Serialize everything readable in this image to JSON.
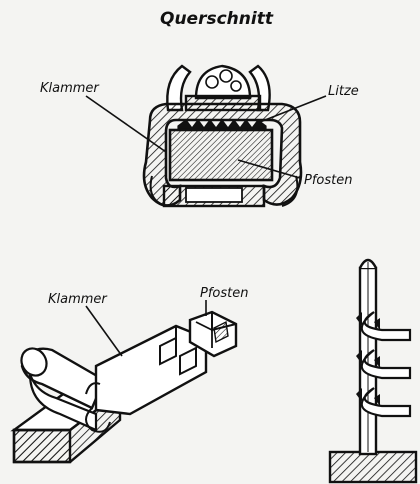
{
  "title": "Querschnitt",
  "labels": {
    "klammer_top": "Klammer",
    "litze": "Litze",
    "pfosten_top": "Pfosten",
    "klammer_bottom": "Klammer",
    "pfosten_bottom": "Pfosten"
  },
  "colors": {
    "ink": "#111111",
    "paper": "#f4f4f2"
  }
}
